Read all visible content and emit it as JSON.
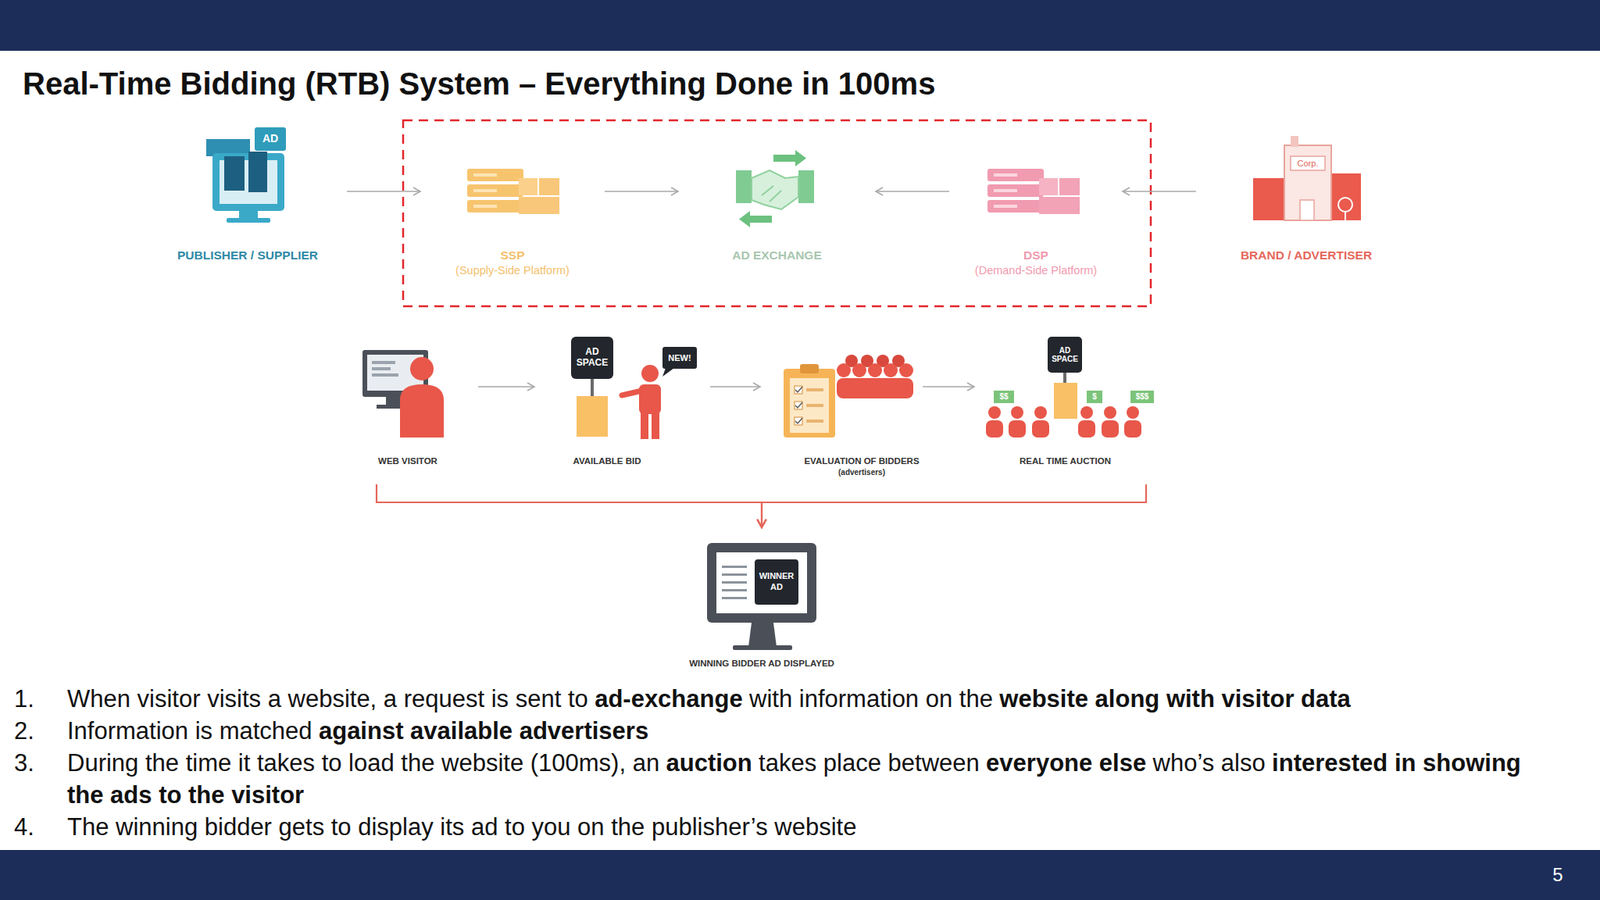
{
  "diagram": {
    "title": "Real-Time Bidding (RTB) System – Everything Done in 100ms",
    "nodes": [
      {
        "text": [
          "PUBLISHER / SUPPLIER"
        ]
      },
      {
        "text": [
          "SSP",
          "(Supply-Side Platform)"
        ]
      },
      {
        "text": [
          "AD EXCHANGE"
        ]
      },
      {
        "text": [
          "DSP",
          "(Demand-Side Platform)"
        ]
      },
      {
        "text": [
          "BRAND / ADVERTISER"
        ]
      },
      {
        "text": [
          "WEB VISITOR"
        ]
      },
      {
        "text": [
          "AVAILABLE BID"
        ]
      },
      {
        "text": [
          "EVALUATION OF BIDDERS",
          "(advertisers)"
        ]
      },
      {
        "text": [
          "REAL TIME AUCTION"
        ]
      },
      {
        "text": [
          "WINNING BIDDER AD DISPLAYED"
        ]
      }
    ],
    "edges": [
      {
        "from": 0,
        "to": 1,
        "arrow": "to"
      },
      {
        "from": 1,
        "to": 2,
        "arrow": "to"
      },
      {
        "from": 3,
        "to": 2,
        "arrow": "to"
      },
      {
        "from": 4,
        "to": 3,
        "arrow": "to"
      },
      {
        "from": 5,
        "to": 6,
        "arrow": "to"
      },
      {
        "from": 6,
        "to": 7,
        "arrow": "to"
      },
      {
        "from": 7,
        "to": 8,
        "arrow": "to"
      },
      {
        "from": 5,
        "to": 9,
        "arrow": "to"
      },
      {
        "from": 8,
        "to": 9,
        "arrow": "to"
      }
    ],
    "labels": [
      "AD",
      "Corp.",
      "AD SPACE",
      "NEW!",
      "AD SPACE",
      "$$",
      "$",
      "$$$",
      "WINNER AD",
      "1.",
      "When visitor visits a website, a request is sent to",
      "ad-exchange",
      "with information on the",
      "website along with visitor data",
      "2.",
      "Information is matched",
      "against available advertisers",
      "3.",
      "During the time it takes to load the website (100ms), an",
      "auction",
      "takes place between",
      "everyone else",
      "who’s also",
      "interested in showing the ads to the visitor",
      "4.",
      "The winning bidder gets to display its ad to you on the publisher’s website",
      "5"
    ]
  }
}
